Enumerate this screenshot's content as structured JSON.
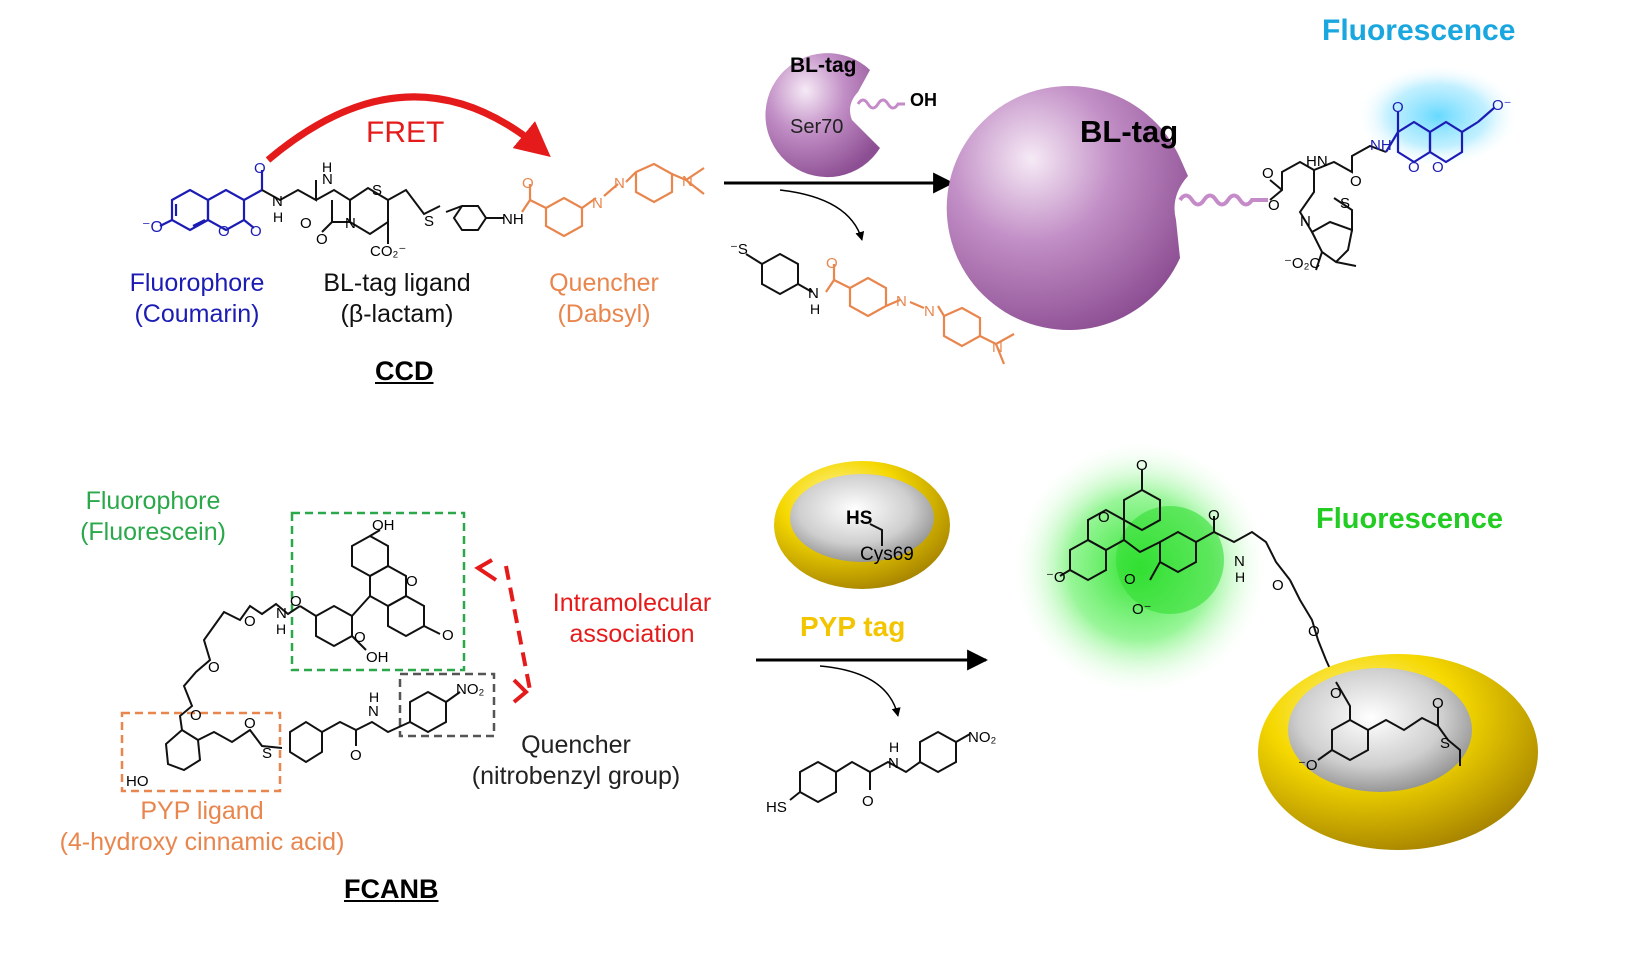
{
  "colors": {
    "fluorophore_blue": "#1c1cb4",
    "quencher_orange": "#e8864e",
    "fret_red": "#e51b1b",
    "fluor_green": "#2aa84a",
    "bright_green": "#22cc22",
    "cyan": "#1aa7e0",
    "pyp_yellow": "#f2c500",
    "bltag_purple": "#b27bb6"
  },
  "top": {
    "fret_label": "FRET",
    "fluorophore": [
      "Fluorophore",
      "(Coumarin)"
    ],
    "ligand": [
      "BL-tag ligand",
      "(β-lactam)"
    ],
    "quencher": [
      "Quencher",
      "(Dabsyl)"
    ],
    "probe_name": "CCD",
    "enzyme_small": {
      "name": "BL-tag",
      "residue": "Ser70",
      "group": "OH"
    },
    "enzyme_large": {
      "name": "BL-tag"
    },
    "fluorescence": "Fluorescence",
    "atoms": {
      "O": "O",
      "N": "N",
      "S": "S",
      "NH": "NH",
      "H": "H",
      "HN": "HN",
      "co2": "CO₂⁻",
      "o2c": "⁻O₂C",
      "oneg": "⁻O",
      "oneg_r": "O⁻",
      "sneg": "⁻S"
    }
  },
  "bottom": {
    "fluorophore": [
      "Fluorophore",
      "(Fluorescein)"
    ],
    "association": [
      "Intramolecular",
      "association"
    ],
    "quencher": [
      "Quencher",
      "(nitrobenzyl group)"
    ],
    "ligand": [
      "PYP ligand",
      "(4-hydroxy cinnamic acid)"
    ],
    "probe_name": "FCANB",
    "tag": {
      "name": "PYP tag",
      "thiol": "HS",
      "residue": "Cys69"
    },
    "fluorescence": "Fluorescence",
    "atoms": {
      "OH": "OH",
      "HO": "HO",
      "HS": "HS",
      "NO2": "NO₂",
      "O": "O",
      "N": "N",
      "H": "H",
      "S": "S",
      "oneg": "⁻O",
      "oneg_r": "O⁻"
    }
  }
}
